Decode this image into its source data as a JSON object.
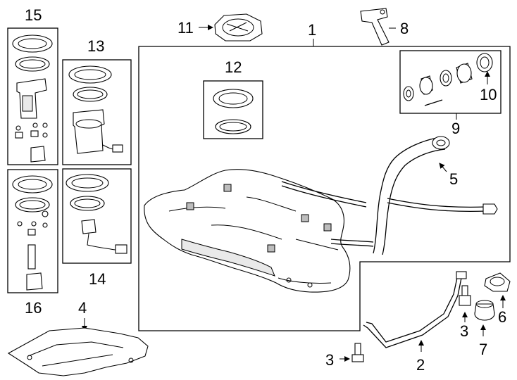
{
  "callouts": {
    "c1": "1",
    "c2": "2",
    "c3a": "3",
    "c3b": "3",
    "c4": "4",
    "c5": "5",
    "c6": "6",
    "c7": "7",
    "c8": "8",
    "c9": "9",
    "c10": "10",
    "c11": "11",
    "c12": "12",
    "c13": "13",
    "c14": "14",
    "c15": "15",
    "c16": "16"
  },
  "colors": {
    "line": "#000000",
    "background": "#ffffff"
  }
}
